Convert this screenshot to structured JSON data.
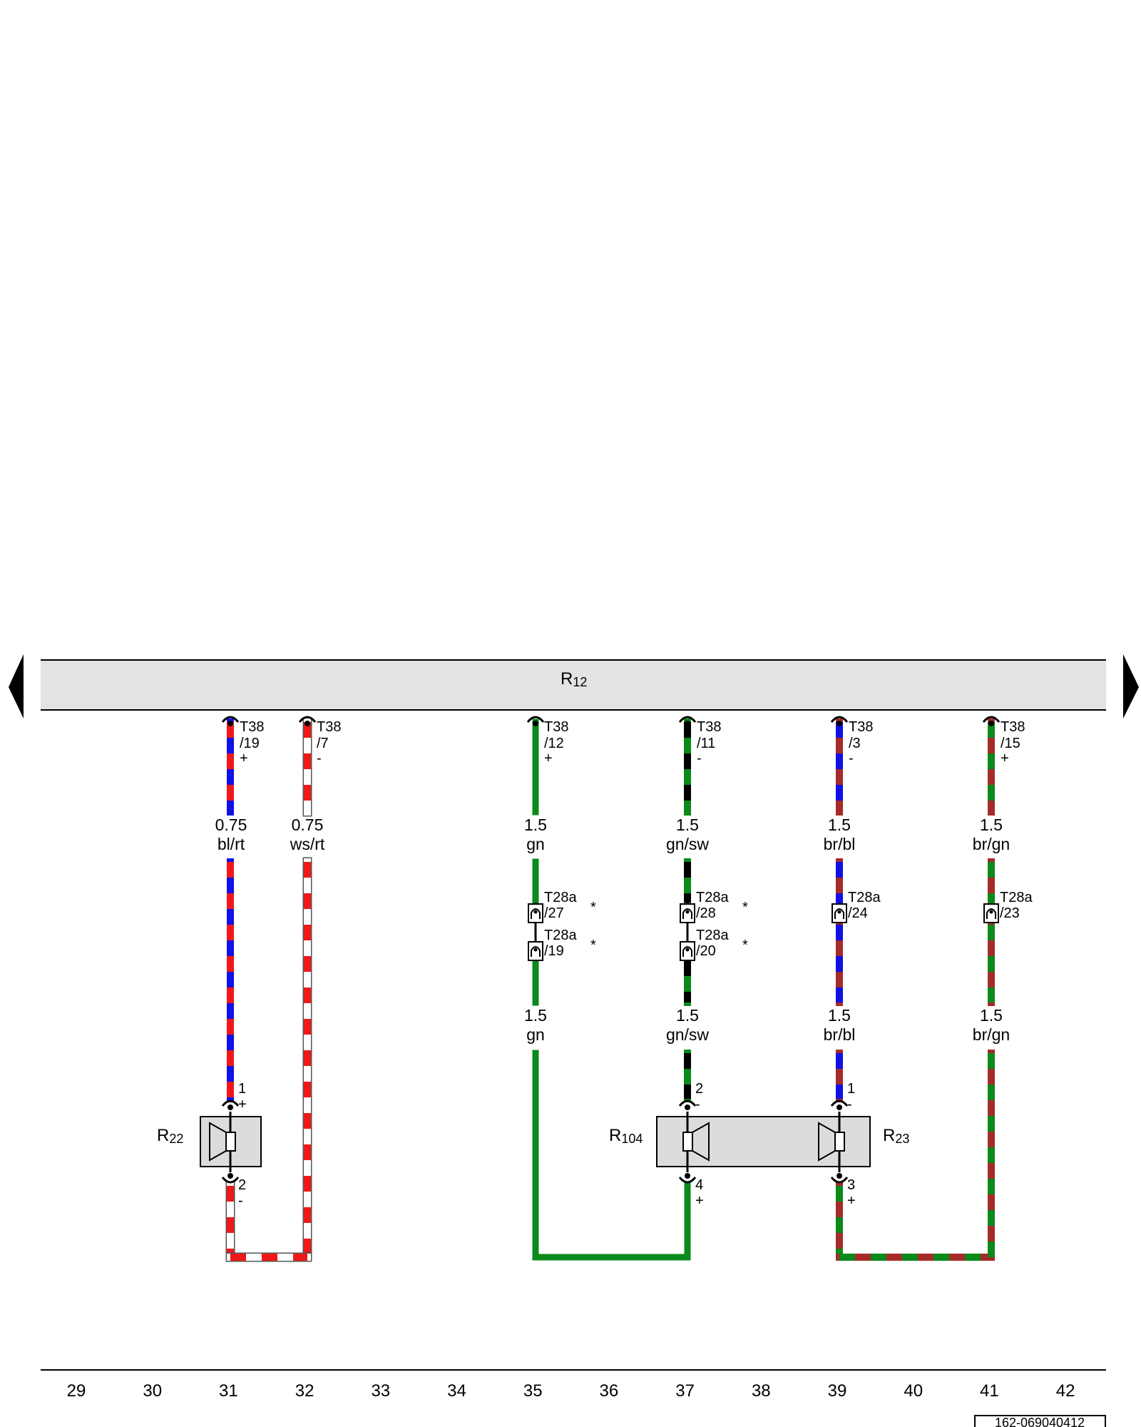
{
  "diagram": {
    "component_bar": {
      "label_main": "R",
      "label_sub": "12"
    },
    "columns": [
      "29",
      "30",
      "31",
      "32",
      "33",
      "34",
      "35",
      "36",
      "37",
      "38",
      "39",
      "40",
      "41",
      "42"
    ],
    "doc_id": "162-069040412",
    "colors": {
      "bl": "#1010e8",
      "rt": "#f01818",
      "ws": "#ffffff",
      "gn": "#0a8a1a",
      "sw": "#000000",
      "br": "#a52a2a",
      "bar_fill": "#e3e3e3",
      "box_fill": "#dcdcdc"
    },
    "wires": [
      {
        "id": "w31",
        "connector": "T38",
        "pin": "/19",
        "polarity": "+",
        "size": "0.75",
        "color_code": "bl/rt"
      },
      {
        "id": "w32",
        "connector": "T38",
        "pin": "/7",
        "polarity": "-",
        "size": "0.75",
        "color_code": "ws/rt"
      },
      {
        "id": "w35",
        "connector": "T38",
        "pin": "/12",
        "polarity": "+",
        "size": "1.5",
        "color_code": "gn",
        "inline": [
          {
            "connector": "T28a",
            "pin": "/27",
            "mark": "*"
          },
          {
            "connector": "T28a",
            "pin": "/19",
            "mark": "*"
          }
        ],
        "lower_size": "1.5",
        "lower_color_code": "gn"
      },
      {
        "id": "w37",
        "connector": "T38",
        "pin": "/11",
        "polarity": "-",
        "size": "1.5",
        "color_code": "gn/sw",
        "inline": [
          {
            "connector": "T28a",
            "pin": "/28",
            "mark": "*"
          },
          {
            "connector": "T28a",
            "pin": "/20",
            "mark": "*"
          }
        ],
        "lower_size": "1.5",
        "lower_color_code": "gn/sw"
      },
      {
        "id": "w39",
        "connector": "T38",
        "pin": "/3",
        "polarity": "-",
        "size": "1.5",
        "color_code": "br/bl",
        "inline": [
          {
            "connector": "T28a",
            "pin": "/24",
            "mark": ""
          }
        ],
        "lower_size": "1.5",
        "lower_color_code": "br/bl"
      },
      {
        "id": "w41",
        "connector": "T38",
        "pin": "/15",
        "polarity": "+",
        "size": "1.5",
        "color_code": "br/gn",
        "inline": [
          {
            "connector": "T28a",
            "pin": "/23",
            "mark": ""
          }
        ],
        "lower_size": "1.5",
        "lower_color_code": "br/gn"
      }
    ],
    "speakers": [
      {
        "id": "R22",
        "label_main": "R",
        "label_sub": "22",
        "pin_top": "1",
        "pin_top_pol": "+",
        "pin_bot": "2",
        "pin_bot_pol": "-"
      },
      {
        "id": "R104",
        "label_main": "R",
        "label_sub": "104",
        "pin_top": "2",
        "pin_top_pol": "-",
        "pin_bot": "4",
        "pin_bot_pol": "+"
      },
      {
        "id": "R23",
        "label_main": "R",
        "label_sub": "23",
        "pin_top": "1",
        "pin_top_pol": "-",
        "pin_bot": "3",
        "pin_bot_pol": "+"
      }
    ]
  }
}
